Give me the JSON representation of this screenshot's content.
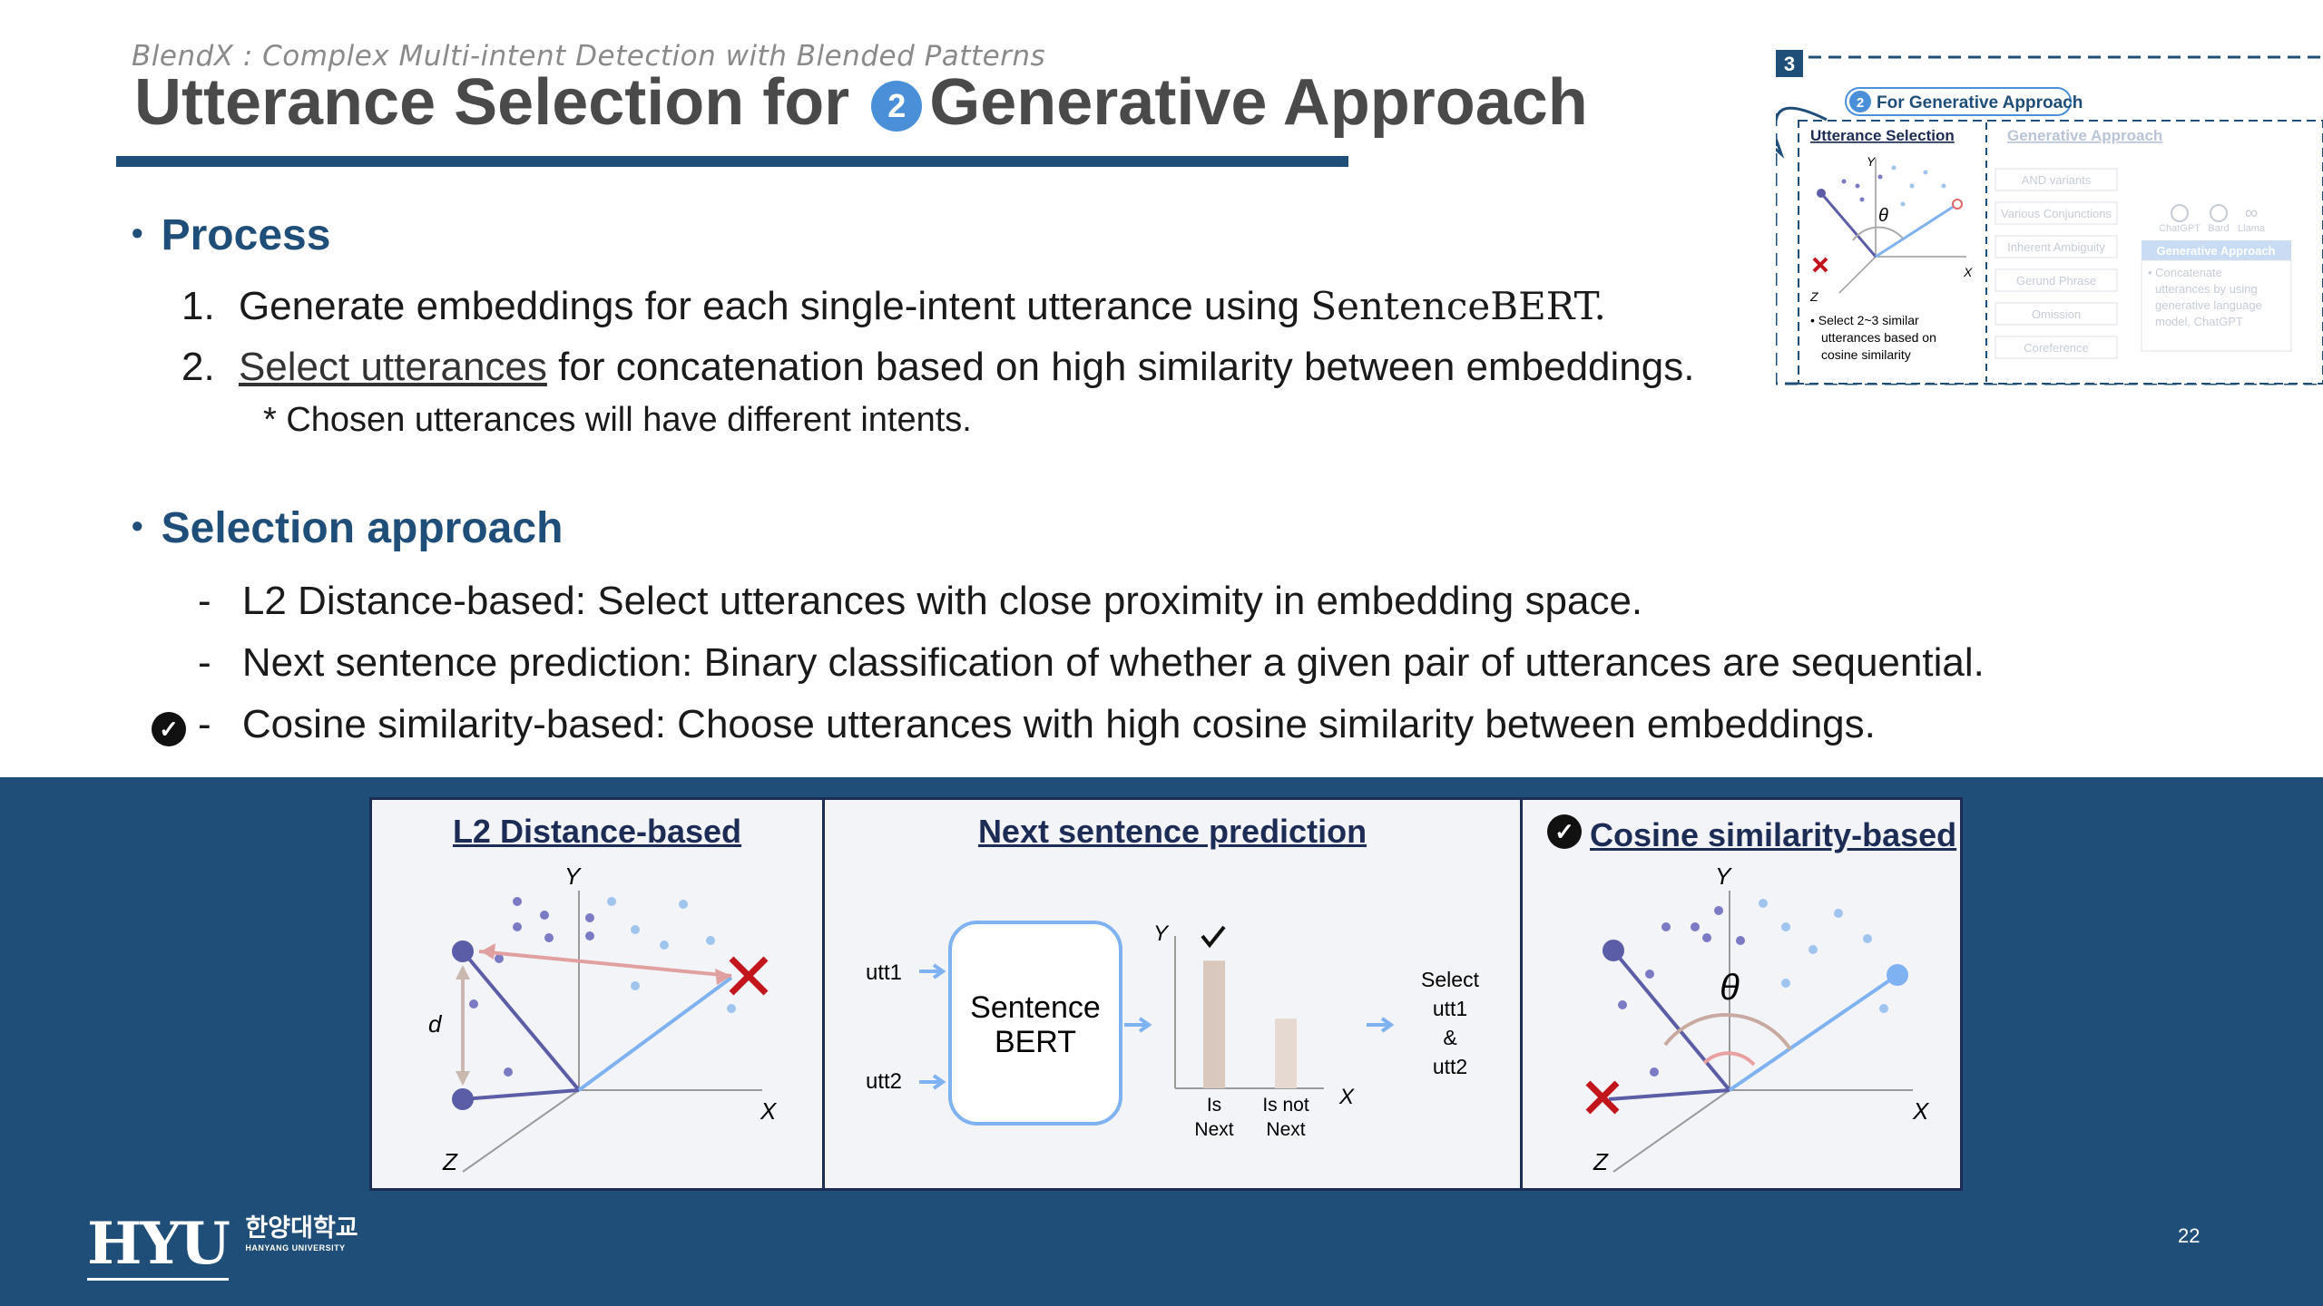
{
  "header": {
    "subtitle": "BlendX : Complex Multi-intent Detection with Blended Patterns",
    "title_part1": "Utterance Selection for",
    "title_num": "2",
    "title_part2": "Generative Approach"
  },
  "process": {
    "heading": "Process",
    "step1_num": "1.",
    "step1_text": "Generate embeddings for each single-intent utterance using",
    "step1_model": "SentenceBERT.",
    "step2_num": "2.",
    "step2_link": "Select utterances",
    "step2_text": "for concatenation based on high similarity between embeddings.",
    "note": "* Chosen utterances will have different intents."
  },
  "selection": {
    "heading": "Selection approach",
    "items": [
      {
        "dash": "-",
        "text": "L2 Distance-based: Select utterances with close proximity in embedding space."
      },
      {
        "dash": "-",
        "text": "Next sentence prediction: Binary classification of whether a given pair of utterances are sequential."
      },
      {
        "dash": "-",
        "text": "Cosine similarity-based: Choose utterances with high cosine similarity between embeddings."
      }
    ],
    "check_glyph": "✓"
  },
  "panels": {
    "l2": {
      "title": "L2 Distance-based",
      "axis_y": "Y",
      "axis_x": "X",
      "axis_z": "Z",
      "dist_label": "d"
    },
    "nsp": {
      "title": "Next sentence prediction",
      "input1": "utt1",
      "input2": "utt2",
      "model_line1": "Sentence",
      "model_line2": "BERT",
      "axis_y": "Y",
      "axis_x": "X",
      "bar1_line1": "Is",
      "bar1_line2": "Next",
      "bar2_line1": "Is not",
      "bar2_line2": "Next",
      "output": [
        "Select",
        "utt1",
        "&",
        "utt2"
      ]
    },
    "cos": {
      "title": "Cosine similarity-based",
      "axis_y": "Y",
      "axis_x": "X",
      "axis_z": "Z",
      "theta": "θ"
    }
  },
  "thumbnail": {
    "step": "3",
    "badge_num": "2",
    "badge_text": "For Generative Approach",
    "col1_title": "Utterance Selection",
    "col2_title": "Generative Approach",
    "theta": "θ",
    "axis_y": "Y",
    "axis_x": "X",
    "axis_z": "Z",
    "note_lines": [
      "• Select 2~3 similar",
      "utterances based on",
      "cosine similarity"
    ],
    "items": [
      "AND variants",
      "Various Conjunctions",
      "Inherent Ambiguity",
      "Gerund Phrase",
      "Omission",
      "Coreference"
    ],
    "llm_labels": [
      "ChatGPT",
      "Bard",
      "Llama"
    ],
    "gen_box_title": "Generative Approach",
    "gen_box_lines": [
      "• Concatenate",
      "utterances by using",
      "generative language",
      "model, ChatGPT"
    ]
  },
  "footer": {
    "logo_main": "HYU",
    "logo_kr": "한양대학교",
    "logo_en": "HANYANG UNIVERSITY",
    "page": "22"
  },
  "colors": {
    "navy": "#1f4e79",
    "accent_blue": "#4a90d9",
    "dark_navy": "#1d2c55"
  }
}
